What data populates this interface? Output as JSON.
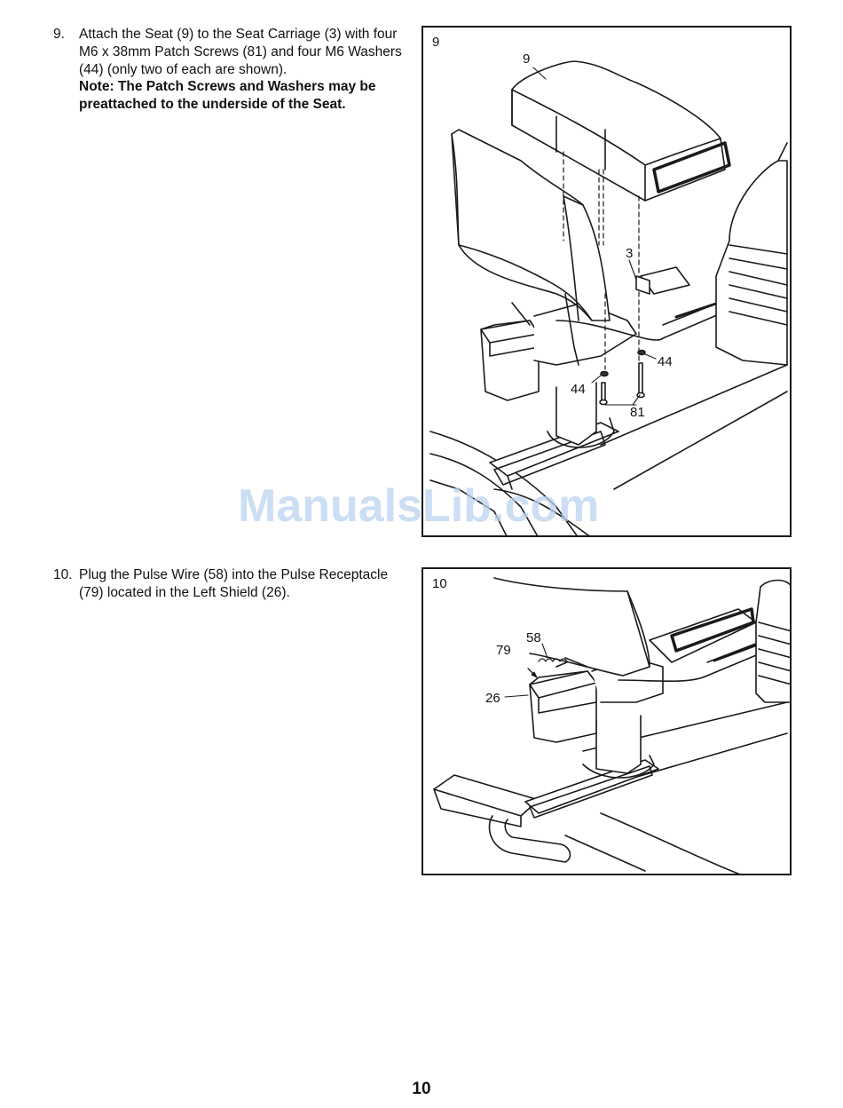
{
  "steps": [
    {
      "number": "9.",
      "text": "Attach the Seat (9) to the Seat Carriage (3) with four M6 x 38mm Patch Screws (81) and four M6 Washers (44) (only two of each are shown).",
      "note": "Note: The Patch Screws and Washers may be preattached to the underside of the Seat."
    },
    {
      "number": "10.",
      "text": "Plug the Pulse Wire (58) into the Pulse Receptacle (79) located in the Left Shield (26)."
    }
  ],
  "figures": [
    {
      "number": "9",
      "callouts": {
        "seat": "9",
        "carriage": "3",
        "washer_right": "44",
        "washer_left": "44",
        "screws": "81"
      }
    },
    {
      "number": "10",
      "callouts": {
        "wire": "58",
        "receptacle": "79",
        "shield": "26"
      }
    }
  ],
  "watermark": "ManualsLib.com",
  "page_number": "10"
}
